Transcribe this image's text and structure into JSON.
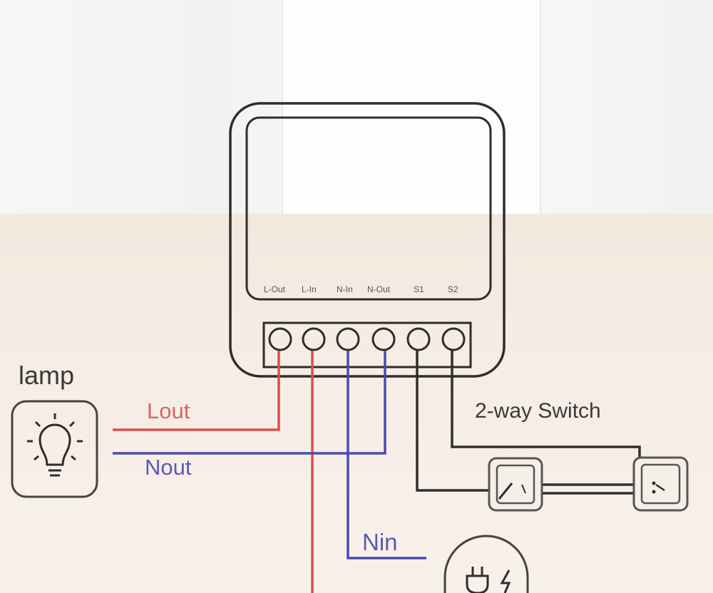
{
  "labels": {
    "lamp": "lamp",
    "lout": "Lout",
    "nout": "Nout",
    "nin": "Nin",
    "switch": "2-way Switch"
  },
  "terminals": [
    "L-Out",
    "L-In",
    "N-In",
    "N-Out",
    "S1",
    "S2"
  ],
  "icons": {
    "lamp": "lightbulb-icon",
    "power": "plug-icon",
    "switch": "wall-switch-icon"
  },
  "colors": {
    "live_wire": "#d94f4f",
    "neutral_wire": "#4b4bb0",
    "switch_wire": "#2e2e2e"
  }
}
